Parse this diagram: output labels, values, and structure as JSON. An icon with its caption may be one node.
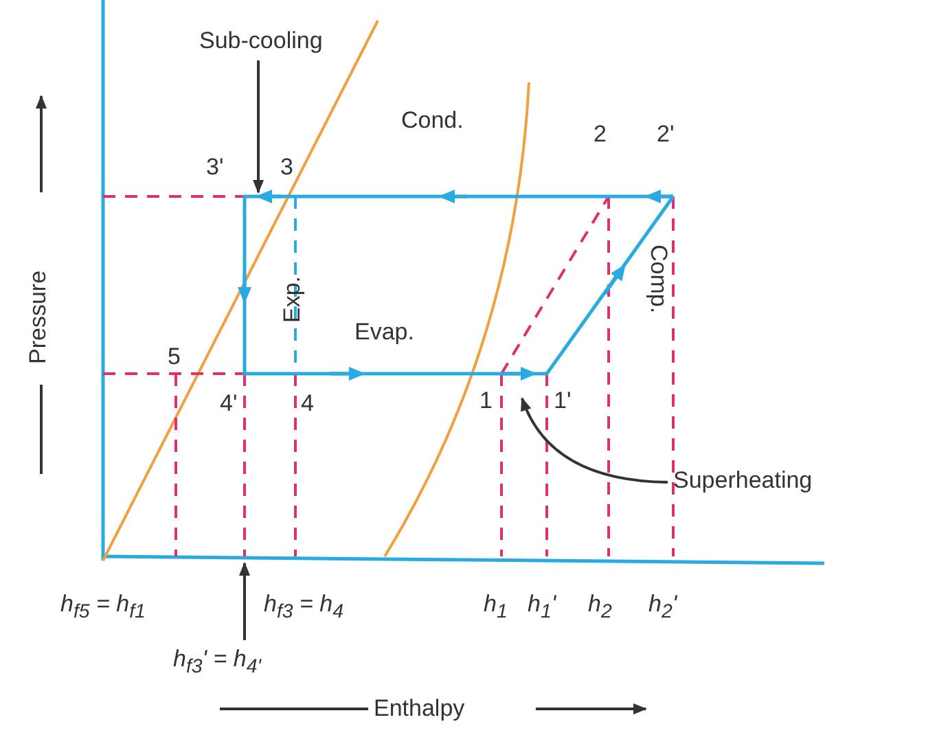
{
  "diagram": {
    "nodes": [
      {
        "text": [
          "Sub-cooling"
        ]
      },
      {
        "text": [
          "Superheating"
        ]
      },
      {
        "text": [
          "h$_{f3}$' = h$_{4'}$"
        ]
      }
    ],
    "edges": [
      {
        "from": 0,
        "to": null,
        "arrow": "to"
      },
      {
        "from": 1,
        "to": null,
        "arrow": "to"
      },
      {
        "from": 2,
        "to": null,
        "arrow": "to"
      }
    ],
    "labels": [
      "Pressure",
      "Cond.",
      "2",
      "2'",
      "3'",
      "3",
      "Exp.",
      "Comp.",
      "Evap.",
      "5",
      "4'",
      "4",
      "1",
      "1'",
      "h$_{f5}$ = h$_{f1}$",
      "h$_{f3}$ = h$_{4}$",
      "h$_{1}$",
      "h$_{1}$'",
      "h$_{2}$",
      "h$_{2}$'",
      "Enthalpy"
    ]
  }
}
